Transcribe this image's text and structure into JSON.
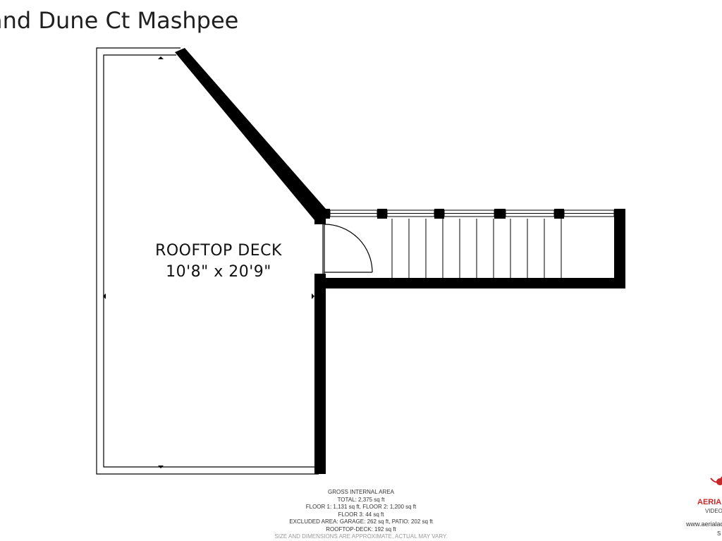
{
  "title": "and Dune Ct Mashpee",
  "room": {
    "name": "ROOFTOP DECK",
    "dimensions": "10'8\" x 20'9\""
  },
  "area_summary": {
    "heading": "GROSS INTERNAL AREA",
    "total": "TOTAL: 2,375 sq ft",
    "floors_1_2": "FLOOR 1: 1,131 sq ft, FLOOR 2: 1,200 sq ft",
    "floor_3": "FLOOR 3: 44 sq ft",
    "excluded": "EXCLUDED AREA: GARAGE: 262 sq ft, PATIO: 202 sq ft",
    "rooftop": "ROOFTOP-DECK: 192 sq ft",
    "disclaimer": "SIZE AND DIMENSIONS ARE APPROXIMATE, ACTUAL MAY VARY."
  },
  "logo": {
    "brand": "AERIAL",
    "sub": "VIDEO",
    "url": "www.aerialac",
    "tail": "S"
  },
  "colors": {
    "wall": "#000000",
    "brand": "#c62828"
  }
}
